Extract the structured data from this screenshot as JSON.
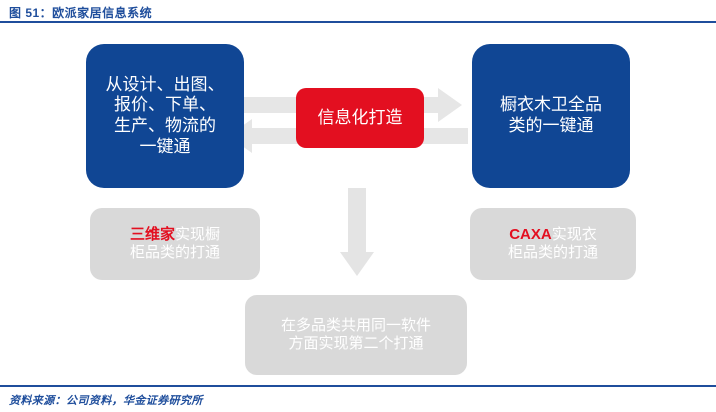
{
  "header": {
    "figure_title": "图 51：欧派家居信息系统"
  },
  "footer": {
    "source_note": "资料来源：公司资料，华金证券研究所"
  },
  "diagram": {
    "left_blue_box": {
      "text": "从设计、出图、\n报价、下单、\n生产、物流的\n一键通"
    },
    "center_red_box": {
      "text": "信息化打造"
    },
    "right_blue_box": {
      "text": "橱衣木卫全品\n类的一键通"
    },
    "left_gray_box": {
      "brand": "三维家",
      "text": "实现橱\n柜品类的打通"
    },
    "right_gray_box": {
      "brand": "CAXA",
      "text": "实现衣\n柜品类的打通"
    },
    "bottom_gray_box": {
      "text": "在多品类共用同一软件\n方面实现第二个打通"
    },
    "arrows": {
      "top_right_arrow": "arrow-right",
      "bottom_left_arrow": "arrow-left",
      "down_arrow": "arrow-down"
    }
  },
  "colors": {
    "brand_navy": "#1f4e9c",
    "box_blue": "#104694",
    "box_red": "#e30f20",
    "box_gray": "#d9d9d9",
    "arrow_gray": "#e6e6e6"
  }
}
